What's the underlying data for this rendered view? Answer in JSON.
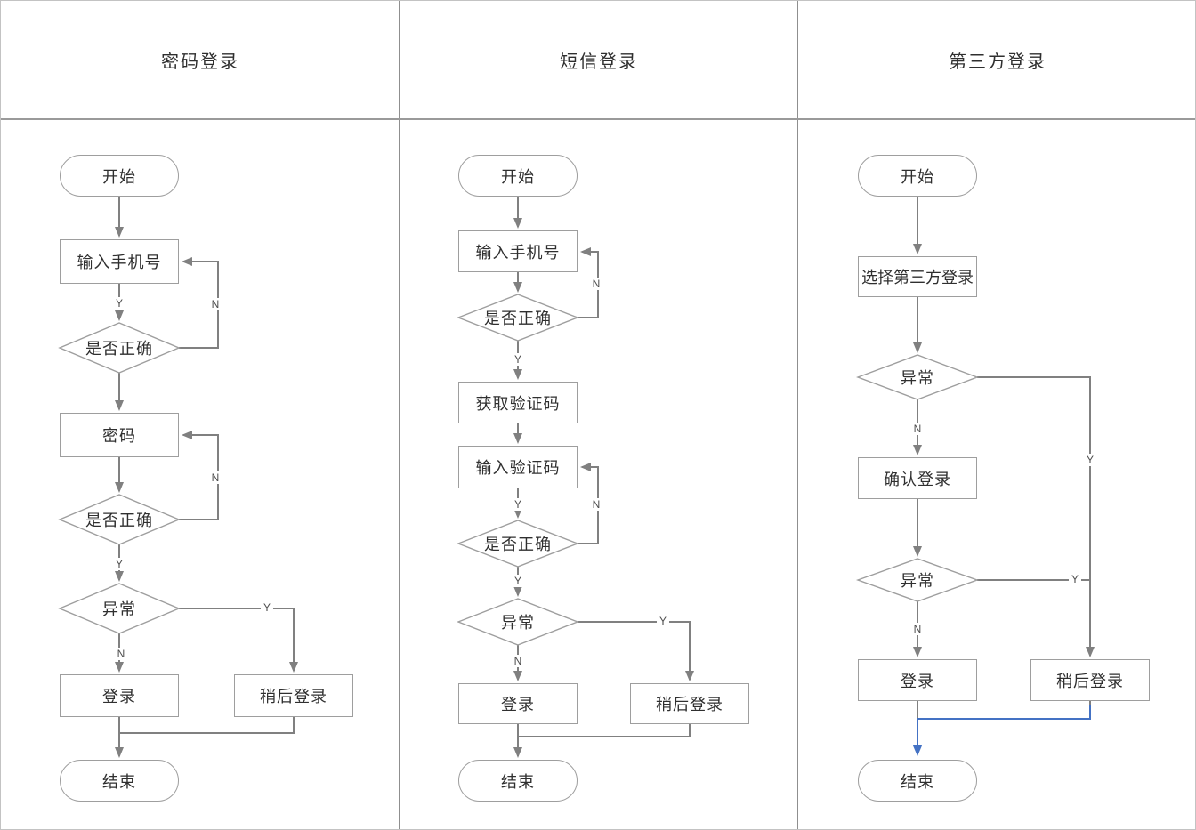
{
  "diagram": {
    "lanes": [
      {
        "title": "密码登录"
      },
      {
        "title": "短信登录"
      },
      {
        "title": "第三方登录"
      }
    ],
    "labels": {
      "yes": "Y",
      "no": "N"
    },
    "nodes": {
      "pw_start": "开始",
      "pw_input_phone": "输入手机号",
      "pw_check_correct_1": "是否正确",
      "pw_password": "密码",
      "pw_check_correct_2": "是否正确",
      "pw_exception": "异常",
      "pw_login": "登录",
      "pw_login_later": "稍后登录",
      "pw_end": "结束",
      "sms_start": "开始",
      "sms_input_phone": "输入手机号",
      "sms_check_correct_1": "是否正确",
      "sms_get_code": "获取验证码",
      "sms_input_code": "输入验证码",
      "sms_check_correct_2": "是否正确",
      "sms_exception": "异常",
      "sms_login": "登录",
      "sms_login_later": "稍后登录",
      "sms_end": "结束",
      "tp_start": "开始",
      "tp_choose": "选择第三方登录",
      "tp_exception_1": "异常",
      "tp_confirm_login": "确认登录",
      "tp_exception_2": "异常",
      "tp_login": "登录",
      "tp_login_later": "稍后登录",
      "tp_end": "结束"
    },
    "colors": {
      "edge": "#808080",
      "accent": "#4472c4",
      "node_border": "#9e9e9e"
    }
  }
}
